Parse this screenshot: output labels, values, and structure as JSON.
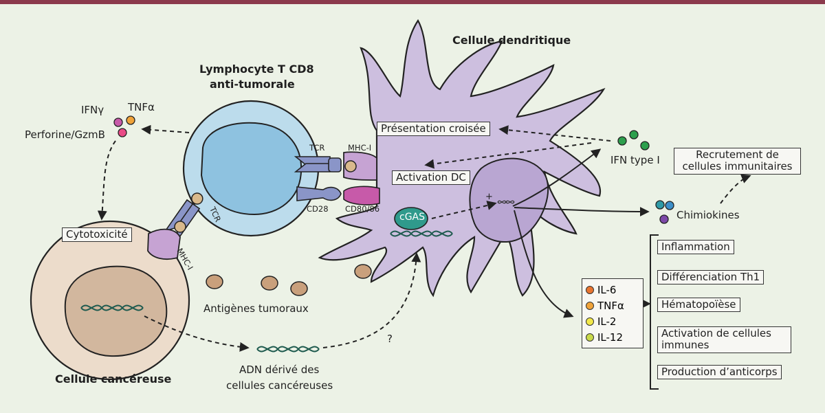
{
  "titles": {
    "dendritic_cell": "Cellule dendritique",
    "t_cell_line1": "Lymphocyte T CD8",
    "t_cell_line2": "anti-tumorale",
    "cancer_cell": "Cellule cancéreuse"
  },
  "molecules": {
    "tcr_dc": "TCR",
    "mhc_dc": "MHC-I",
    "cd28": "CD28",
    "cd80_86": "CD80/86",
    "tcr_cancer": "TCR",
    "mhc_cancer": "MHC-I",
    "cgas": "cGAS",
    "plus": "+"
  },
  "effectors": {
    "ifng": "IFNγ",
    "tnfa": "TNFα",
    "perforin": "Perforine/GzmB"
  },
  "boxes": {
    "cross_presentation": "Présentation croisée",
    "dc_activation": "Activation DC",
    "cytotoxicity": "Cytotoxicité",
    "immune_recruitment": "Recrutement de cellules immunitaires"
  },
  "labels": {
    "ifn_type1": "IFN type I",
    "chemokines": "Chimiokines",
    "tumor_antigens": "Antigènes tumoraux",
    "tumor_dna_line1": "ADN dérivé des",
    "tumor_dna_line2": "cellules cancéreuses",
    "question": "?"
  },
  "cytokines": [
    {
      "label": "IL-6",
      "color": "#e8742f"
    },
    {
      "label": "TNFα",
      "color": "#f0a33a"
    },
    {
      "label": "IL-2",
      "color": "#f2e84a"
    },
    {
      "label": "IL-12",
      "color": "#c9d94a"
    }
  ],
  "outcomes": [
    "Inflammation",
    "Différenciation Th1",
    "Hématopoïèse",
    "Activation de cellules immunes",
    "Production d’anticorps"
  ],
  "colors": {
    "top_rule": "#8b3a4c",
    "dc_fill": "#cdbfdf",
    "dc_nucleus": "#b9a6d2",
    "tcell_fill": "#bcdcec",
    "tcell_nucleus": "#8ec2e0",
    "cancer_fill": "#ecdccb",
    "cancer_nucleus": "#d2b79e",
    "antigen": "#c9a07c",
    "cgas": "#2f9a8c",
    "receptor": "#8a95c8",
    "mhc": "#c6a3d3",
    "cd80": "#c75aa9"
  }
}
